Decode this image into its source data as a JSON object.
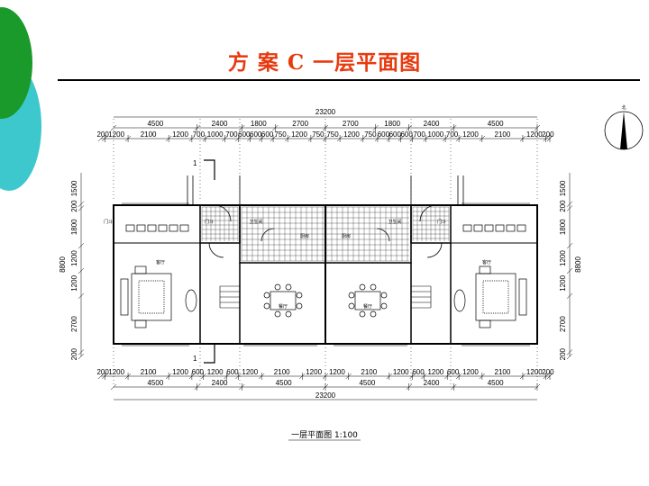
{
  "slide": {
    "title": "方 案 C  一层平面图",
    "caption": "一层平面图  1:100",
    "north_label": "北",
    "section_mark": "1"
  },
  "dims": {
    "top_total": "23200",
    "top_row1": [
      "4500",
      "2400",
      "1800",
      "2700",
      "2700",
      "1800",
      "2400",
      "4500"
    ],
    "top_row2": [
      "200",
      "1200",
      "2100",
      "1200",
      "700",
      "1000",
      "700",
      "600",
      "600",
      "600",
      "750",
      "1200",
      "750",
      "750",
      "1200",
      "750",
      "600",
      "600",
      "600",
      "700",
      "1000",
      "700",
      "1200",
      "2100",
      "1200",
      "200"
    ],
    "bottom_row1": [
      "200",
      "1200",
      "2100",
      "1200",
      "600",
      "1200",
      "600",
      "1200",
      "2100",
      "1200",
      "1200",
      "2100",
      "1200",
      "600",
      "1200",
      "600",
      "1200",
      "2100",
      "1200",
      "200"
    ],
    "bottom_row2": [
      "4500",
      "2400",
      "4500",
      "4500",
      "2400",
      "4500"
    ],
    "bottom_total": "23200",
    "left_col": [
      "1500",
      "200",
      "1800",
      "1200",
      "1200",
      "2700",
      "200"
    ],
    "left_total": "8800",
    "right_col": [
      "1500",
      "200",
      "1800",
      "1200",
      "1200",
      "2700",
      "200"
    ],
    "right_total": "8800"
  },
  "rooms": {
    "living": "客厅",
    "dining": "餐厅",
    "kitchen": "厨房",
    "toilet": "卫生间",
    "door": "门斗"
  },
  "colors": {
    "title": "#e8390e",
    "deco_green": "#1a9a2a",
    "deco_cyan": "#3cc8cc"
  }
}
